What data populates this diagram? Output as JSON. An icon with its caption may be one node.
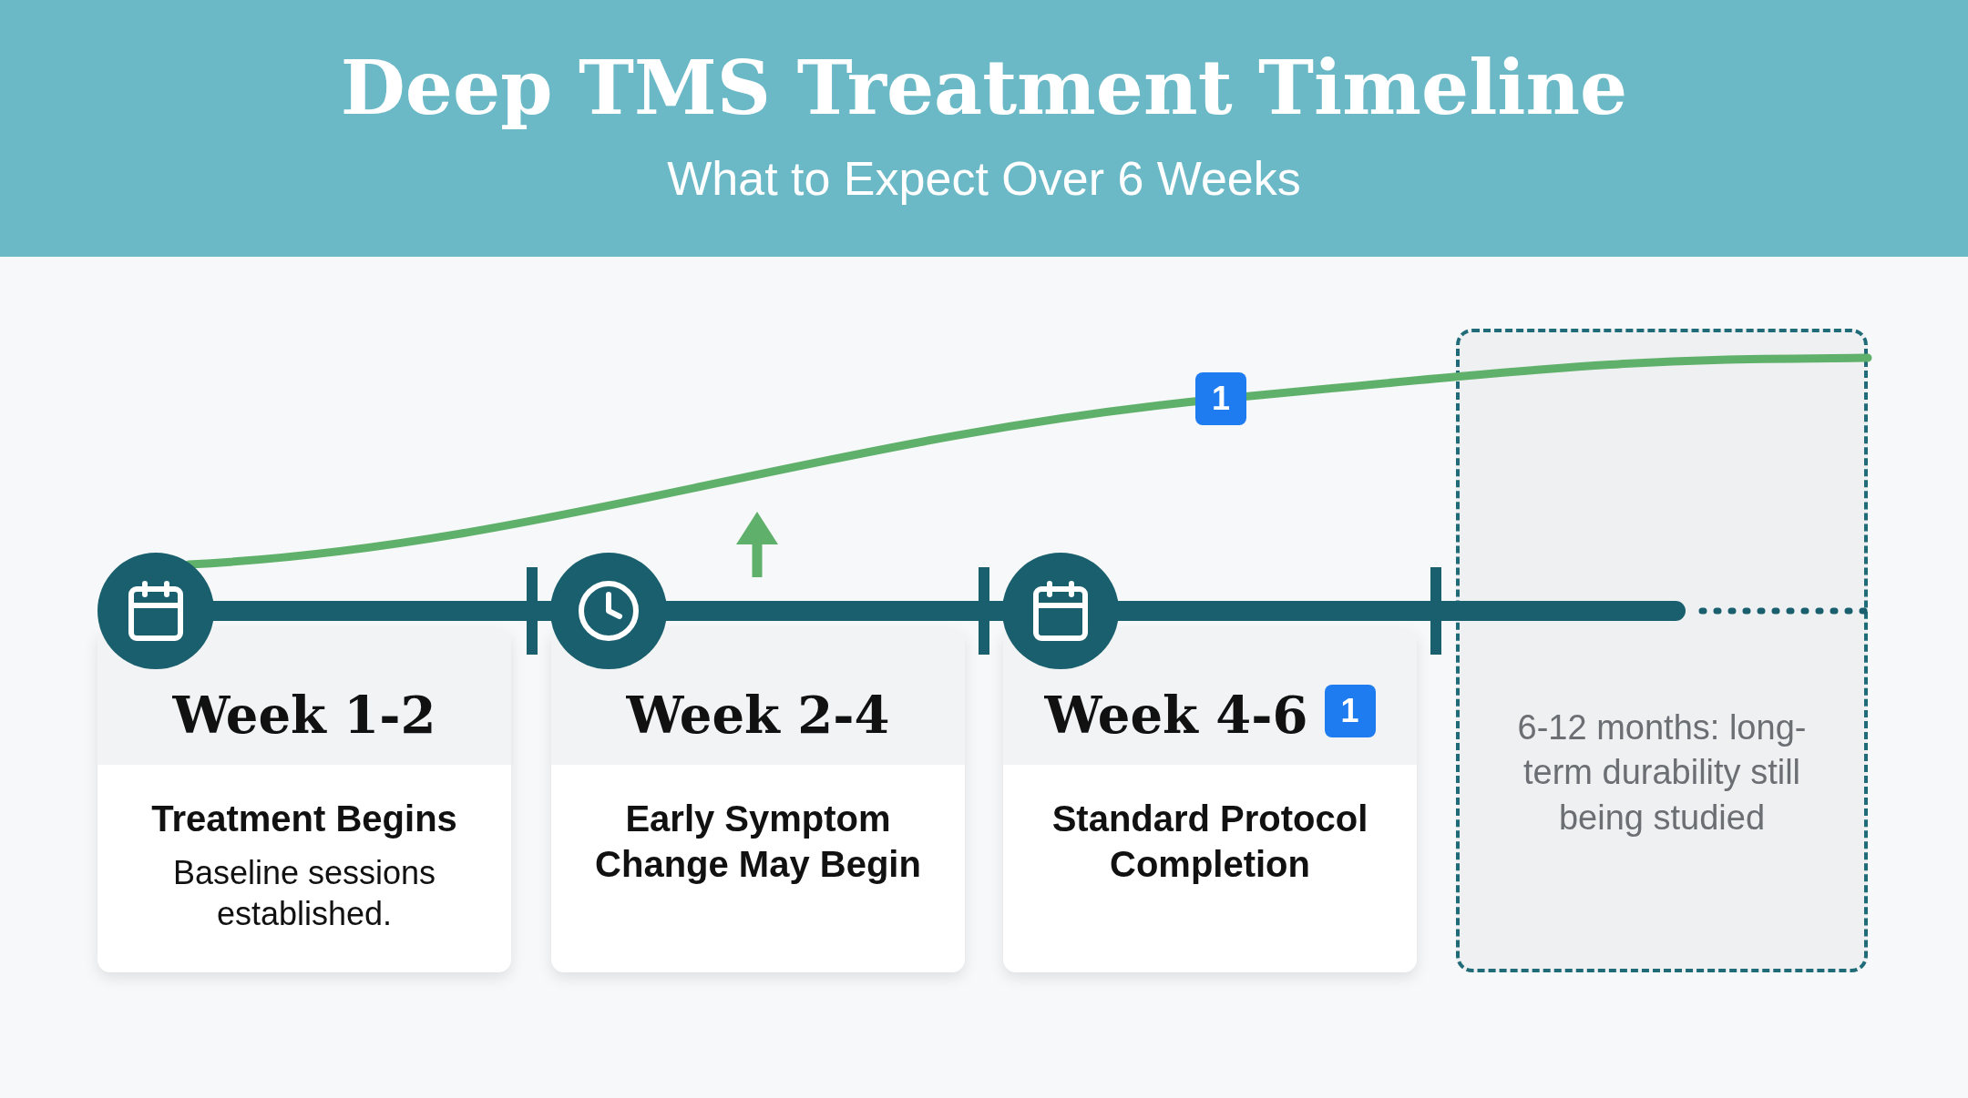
{
  "diagram": {
    "title": "Deep TMS Treatment Timeline",
    "caption": "What to Expect Over 6 Weeks",
    "nodes": [
      {
        "text": [
          "Week 1-2",
          "Treatment Begins",
          "Baseline sessions established."
        ]
      },
      {
        "text": [
          "Week 2-4",
          "Early Symptom Change May Begin"
        ]
      },
      {
        "text": [
          "Week 4-6",
          "Standard Protocol Completion"
        ]
      },
      {
        "text": [
          "6-12 months: long-term durability still being studied"
        ]
      }
    ],
    "labels": [
      "1",
      "1"
    ]
  }
}
